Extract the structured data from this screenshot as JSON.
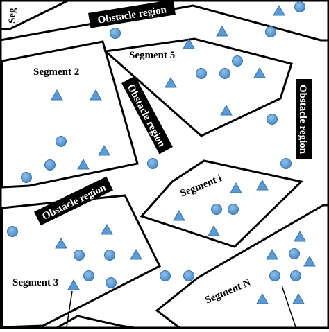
{
  "segments": {
    "segment_1_partial": "Seg",
    "segment_2": "Segment 2",
    "segment_3": "Segment 3",
    "segment_5": "Segment 5",
    "segment_i": "Segment i",
    "segment_n": "Segment N"
  },
  "obstacles": {
    "top_banner": "Obstacle region",
    "diagonal_banner": "Obstacle region",
    "right_banner": "Obstacle region",
    "left_banner": "Obstacle region"
  },
  "colors": {
    "node_fill": "#5b9bd5",
    "node_stroke": "#2e5f8f",
    "banner_fill": "#000000",
    "banner_text": "#ffffff",
    "outline": "#000000"
  },
  "legend_icons": [
    "circle-node-icon",
    "triangle-node-icon"
  ]
}
